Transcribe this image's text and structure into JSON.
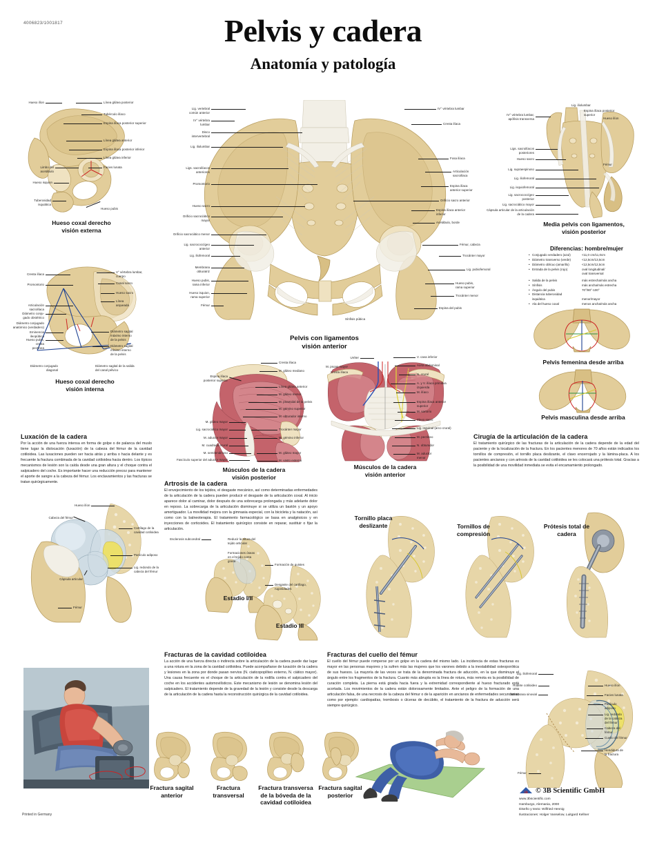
{
  "meta": {
    "catalog_number": "4006823/1001817",
    "printed_in": "Printed in Germany"
  },
  "header": {
    "title": "Pelvis y cadera",
    "subtitle": "Anatomía y patología"
  },
  "figures": {
    "coxal_externa": {
      "caption_l1": "Hueso coxal derecho",
      "caption_l2": "visión externa"
    },
    "coxal_interna": {
      "caption_l1": "Hueso coxal derecho",
      "caption_l2": "visión interna"
    },
    "pelvis_ligamentos": {
      "caption_l1": "Pelvis con ligamentos",
      "caption_l2": "visión anterior"
    },
    "media_pelvis": {
      "caption_l1": "Media pelvis con ligamentos,",
      "caption_l2": "visión posterior"
    },
    "pelvis_femenina": {
      "caption": "Pelvis femenina desde arriba"
    },
    "pelvis_masculina": {
      "caption": "Pelvis masculina desde arriba"
    },
    "musculos_post": {
      "caption_l1": "Músculos de la cadera",
      "caption_l2": "visión posterior"
    },
    "musculos_ant": {
      "caption_l1": "Músculos de la cadera",
      "caption_l2": "visión anterior"
    },
    "tornillo_placa": {
      "caption_l1": "Tornillo placa",
      "caption_l2": "deslizante"
    },
    "tornillos_compresion": {
      "caption_l1": "Tornillos de",
      "caption_l2": "compresión"
    },
    "protesis": {
      "caption_l1": "Prótesis total de",
      "caption_l2": "cadera"
    },
    "estadio_1_2": {
      "caption": "Estadio I/II"
    },
    "estadio_3": {
      "caption": "Estadio III"
    }
  },
  "labels": {
    "coxal_externa_right": [
      "Línea glútea posterior",
      "Tubérculo ilíaco",
      "Espina ilíaca posterior superior",
      "Línea glútea anterior",
      "Espina ilíaca posterior inferior",
      "Línea glútea inferior",
      "Facies lunata",
      "Hueso pubis"
    ],
    "coxal_externa_left": [
      "Hueso ilíon",
      "Limbo del\nacetábulo",
      "Hueso isquion",
      "Tuberosidad\nisquiática"
    ],
    "coxal_interna_left": [
      "Cresta ilíaca",
      "Promontorio",
      "Articulación\nsacroilíaca",
      "Diámetro conju-\ngado obstétrico",
      "Diámetro conjugado\nanatómico (verdadero)",
      "Eminencia\nileopúbica",
      "Hueso pubis,\ncresta\npectínea",
      "Diámetro conjugado\ndiagonal"
    ],
    "coxal_interna_right": [
      "V° vértebra lumbar,\ncuerpo",
      "Canal sacro",
      "Hueso sacro",
      "Línea\narqueada",
      "Diámetro sagital\nmáximo interno\nde la pelvis",
      "Diámetro sagital\nmínimo interno\nde la pelvis",
      "Diámetro sagital de la salida\ndel canal pélvico"
    ],
    "pelvis_lig_left": [
      "Lig. vertebral\ncomún anterior",
      "IV° vértebra\nlumbar",
      "Disco\nintervertebral",
      "Lig. iliolumbar",
      "Ligs. sacroilíacos\nanteriores",
      "Promontorio",
      "Hueso sacro",
      "Orificio sacrociático\nmayor",
      "Orificio sacrociático menor",
      "Lig. sacrococcígeo\nanterior",
      "Lig. iliofemoral",
      "Membrana\nobturatriz",
      "Hueso pubis,\nrama inferior",
      "Hueso isquion,\nrama superior",
      "Fémur"
    ],
    "pelvis_lig_right": [
      "IV° vértebra lumbar",
      "Cresta ilíaca",
      "Fosa ilíaca",
      "Articulación\nsacroilíaca",
      "Espina ilíaca\nanterior superior",
      "Orificio sacro anterior",
      "Espina ilíaca anterior\ninferior",
      "Acetábulo, borde",
      "Fémur, cabeza",
      "Trocánter mayor",
      "Lig. pubiofemoral",
      "Hueso pubis,\nrama superior",
      "Trocánter menor",
      "Espina del pubis",
      "Sínfisis púbica"
    ],
    "media_pelvis": [
      "Lig. iliolumbar",
      "Espina ilíaca posterior\nsuperior",
      "Hueso ilíon",
      "IV° vértebra lumbar,\napófisis transversa",
      "Ligs. sacroilíacos\nposteriores",
      "Hueso sacro",
      "Lig. supraespinoso",
      "Lig. iliofemoral",
      "Lig. isquiofemoral",
      "Lig. sacrococcígeo\nposterior",
      "Lig. sacrociático mayor",
      "Cápsula articular de la articulación\nde la cadera",
      "Fémur"
    ],
    "musculos_post": [
      "Cresta ilíaca",
      "M. glúteo mediano",
      "Espina ilíaca\nposterior superior",
      "Línea glútea anterior",
      "M. glúteo menor",
      "M. piramidal de la pelvis",
      "M. gémino superior",
      "M. obturador interno",
      "M. glúteo mayor",
      "Lig. sacrociático mayor",
      "M. aductor mayor",
      "M. cuadrado crural",
      "M. semitendinoso",
      "Fascículo superior del aductor mayor",
      "Trocánter mayor",
      "M. gémino inferior",
      "M. glúteo mayor",
      "M. vasto externo"
    ],
    "musculos_ant": [
      "Uréter",
      "V. cava inferior",
      "M. psoas mayor",
      "Aorta abdominal",
      "Cresta ilíaca",
      "N. crural",
      "A. y V. ilíaca primitiva\nizquierda",
      "M. ilíaco",
      "Espina ilíaca anterior\nsuperior",
      "M. sartorio",
      "Plexo sacro",
      "Lig. inguinal (arco crural)",
      "M. pectíneo",
      "N. obturador",
      "M. aductor\nmenor"
    ],
    "luxacion_fig": [
      "Hueso ilíon",
      "Cabeza del fémur",
      "Cartílago de la\ncavidad cotiloidea",
      "Panículo adiposo",
      "Lig. redondo de la\ncabeza del fémur",
      "Cápsula articular",
      "Fémur"
    ],
    "artrosis_fig": [
      "Esclerosis subcondral",
      "Reducir la altura del\ntejido articular",
      "Formaciones óseas\nen el tejido conta\ngrasa",
      "Formación de quistes",
      "Desgaste del cartílago,\nrugosidades"
    ],
    "fractura_cuello_fig": [
      "Lig. iliofemoral",
      "Rodete cotiloideo",
      "Membrana sinovial",
      "Hueso ilíon",
      "Facies lunata",
      "Panículo\nadiposo",
      "Lig. redondo\nde la cabeza\ndel fémur",
      "Cabeza del\nfémur",
      "Cuello del fémur",
      "Hendidura de\nla fractura",
      "Fémur"
    ],
    "fracturas_tipos": [
      "Fractura sagital\nanterior",
      "Fractura\ntransversal",
      "Fractura transversa\nde la bóveda de la\ncavidad cotiloidea",
      "Fractura sagital\nposterior"
    ]
  },
  "differences": {
    "title": "Diferencias: hombre/mujer",
    "rows": [
      {
        "key": "Conjugado verdadero (azul)",
        "value": "<11,0 cm/11,0cm"
      },
      {
        "key": "Diámetro transverso (verde)",
        "value": "<12,5cm/13,5cm"
      },
      {
        "key": "Diámetro oblicuo (amarillo)",
        "value": "<12,5cm/12,5cm"
      },
      {
        "key": "Entrada de la pelvis (rojo)",
        "value": "oval longitudinal/\noval transversal"
      },
      {
        "key": "Salida de la pelvis",
        "value": "más estrecha/más ancha",
        "gap": true
      },
      {
        "key": "Sínfisis",
        "value": "más ancha/más estrecha"
      },
      {
        "key": "Ángulo del pubis",
        "value": "70°/90°-100°"
      },
      {
        "key": "Distancia tuberosidad\nisquiática",
        "value": "menor/mayor"
      },
      {
        "key": "Ala del hueso coxal",
        "value": "menos ancha/más ancha"
      }
    ]
  },
  "texts": {
    "luxacion": {
      "title": "Luxación de la cadera",
      "body": "Por la acción de una fuerza intensa en forma de golpe o de palanca del muslo tiene lugar la dislocación (luxación) de la cabeza del fémur de la cavidad cotiloidea. Las luxaciones pueden ser hacia atrás y arriba o hacia delante y es frecuente la fractura combinada de la cavidad cotiloidea hacia dentro. Los típicos mecanismos de lesión son la caída desde una gran altura y el choque contra el salpicadero del coche. Es importante hacer una reducción precoz para mantener el aporte de sangre a la cabeza del fémur. Los enclavamientos y las fracturas se tratan quirúrgicamente."
    },
    "artrosis": {
      "title": "Artrosis de la cadera",
      "body": "El envejecimiento de los tejidos, el desgaste mecánico, así como determinadas enfermedades de la articulación de la cadera pueden producir el desgaste de la articulación coxal. Al inicio aparece dolor al caminar, dolor después de una sobrecarga prolongada y más adelante dolor en reposo. La sobrecarga de la articulación disminuye si se utiliza un bastón y un apoyo amortiguador. La movilidad mejora con la gimnasia especial, con la bicicleta y la natación, así como con la balneoterapia. El tratamiento farmacológico se basa en analgésicos y en inyecciones de corticoides. El tratamiento quirúrgico consiste en reparar, sustituir o fijar la articulación."
    },
    "cirugia": {
      "title": "Cirugía de la articulación de la cadera",
      "body": "El tratamiento quirúrgico de las fracturas de la articulación de la cadera depende de la edad del paciente y de la localización de la fractura. En los pacientes menores de 70 años están indicados los tornillos de compresión, el tornillo placa deslizante, el clavo encerrojado y la lámina-placa. A los pacientes ancianos y con artrosis de la cavidad cotiloidea se les colocará una prótesis total. Gracias a la posibilidad de una movilidad inmediata se evita el encamamiento prolongado."
    },
    "fracturas_cavidad": {
      "title": "Fracturas de la cavidad cotiloidea",
      "body": "La acción de una fuerza directa o indirecta sobre la articulación de la cadera puede dar lugar a una rotura en la zona de la cavidad cotiloidea. Puede acompañarse de luxación de la cadera y lesiones en la zona por donde pasan nervios (N. ciaticopoplíteo externo, N. ciático mayor). Una causa frecuente es el choque de la articulación de la rodilla contra el salpicadero del coche en los accidentes automovilísticos. Este mecanismo de lesión se denomina lesión del salpicadero. El tratamiento depende de la gravedad de la lesión y consiste desde la descarga de la articulación de la cadera hasta la reconstrucción quirúrgica de la cavidad cotiloidea."
    },
    "fracturas_cuello": {
      "title": "Fracturas del cuello del fémur",
      "body": "El cuello del fémur puede romperse por un golpe en la cadera del mismo lado. La incidencia de estas fracturas es mayor en las personas mayores y la sufren más las mujeres que los varones debido a la inestabilidad osteoporótica de sus huesos. La mayoría de las veces se trata de la denominada fractura de aducción, en la que disminuye el ángulo entre los fragmentos de la fractura. Cuanto más abrupta es la línea de rotura, más remota es la posibilidad de curación completa. La pierna está girada hacia fuera y la extremidad correspondiente al hueso fracturado está acortada. Los movimientos de la cadera están dolorosamente limitados. Ante el peligro de la formación de una articulación falsa, de una necrosis de la cabeza del fémur o de la aparición en ancianos de enfermedades secundarias como por ejemplo: cardiopatías, trombosis o úlceras de decúbito, el tratamiento de la fractura de aducción será siempre quirúrgico."
    }
  },
  "brand": {
    "copyright": "© 3B Scientific GmbH",
    "website": "www.3bscientific.com",
    "city_year": "Hamburgo, Alemania, 2000",
    "design": "Diseño y texto: Wilfried Hennig",
    "illustrations": "Ilustraciones: Holger Vanselow, Luitgard Kellner"
  },
  "colors": {
    "bone": "#e2cd9a",
    "muscle": "#c4636b",
    "cartilage": "#cfdce4",
    "fat": "#ece06a",
    "blue_line": "#1b3f91",
    "red_line": "#cc2222",
    "green_line": "#2f8f3f",
    "yellow_line": "#d8c72e",
    "metal": "#9aa3ad",
    "text": "#1a1a1a"
  }
}
